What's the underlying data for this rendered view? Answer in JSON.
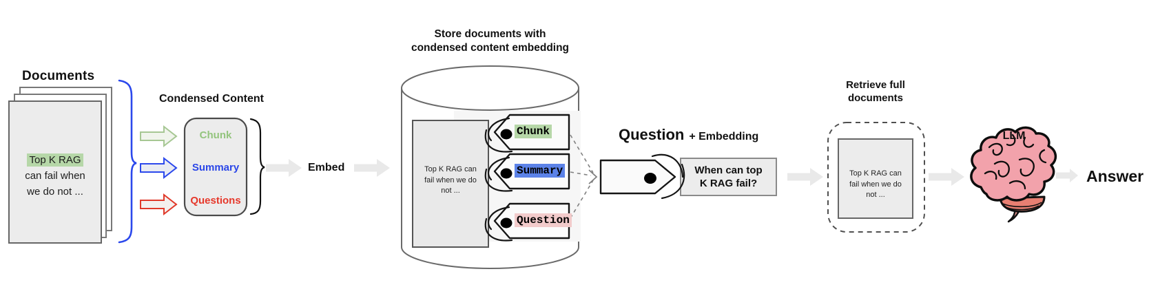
{
  "documents": {
    "title": "Documents",
    "page_text": [
      "Top K RAG",
      "can fail when",
      "we do not ..."
    ],
    "highlight_color": "#b6d7a8"
  },
  "condensed": {
    "title": "Condensed Content",
    "items": [
      {
        "label": "Chunk",
        "color": "#93c47d"
      },
      {
        "label": "Summary",
        "color": "#2a46e8"
      },
      {
        "label": "Questions",
        "color": "#e6382b"
      }
    ]
  },
  "embed_label": "Embed",
  "store": {
    "title_line1": "Store documents with",
    "title_line2": "condensed content embedding",
    "doc_text": [
      "Top K RAG can",
      "fail when we do",
      "not ..."
    ],
    "tags": [
      {
        "label": "Chunk",
        "highlight": "#b6d7a8"
      },
      {
        "label": "Summary",
        "highlight": "#5b82e8"
      },
      {
        "label": "Question",
        "highlight": "#f2cbcb"
      }
    ]
  },
  "query": {
    "heading": "Question",
    "heading_suffix": "+ Embedding",
    "box_line1": "When can top",
    "box_line2": "K RAG fail?"
  },
  "retrieve": {
    "title_line1": "Retrieve full",
    "title_line2": "documents",
    "doc_text": [
      "Top K RAG can",
      "fail when we do",
      "not ..."
    ]
  },
  "llm_label": "LLM",
  "answer_label": "Answer",
  "colors": {
    "arrow_blue": "#2b48ec",
    "arrow_red": "#e0392a",
    "arrow_green": "#a6c793",
    "gray_arrow_fill": "#e9e9e9",
    "box_gray_fill": "#ececec",
    "brain_pink": "#f2a2ab",
    "cerebellum_pink": "#e87f72"
  }
}
